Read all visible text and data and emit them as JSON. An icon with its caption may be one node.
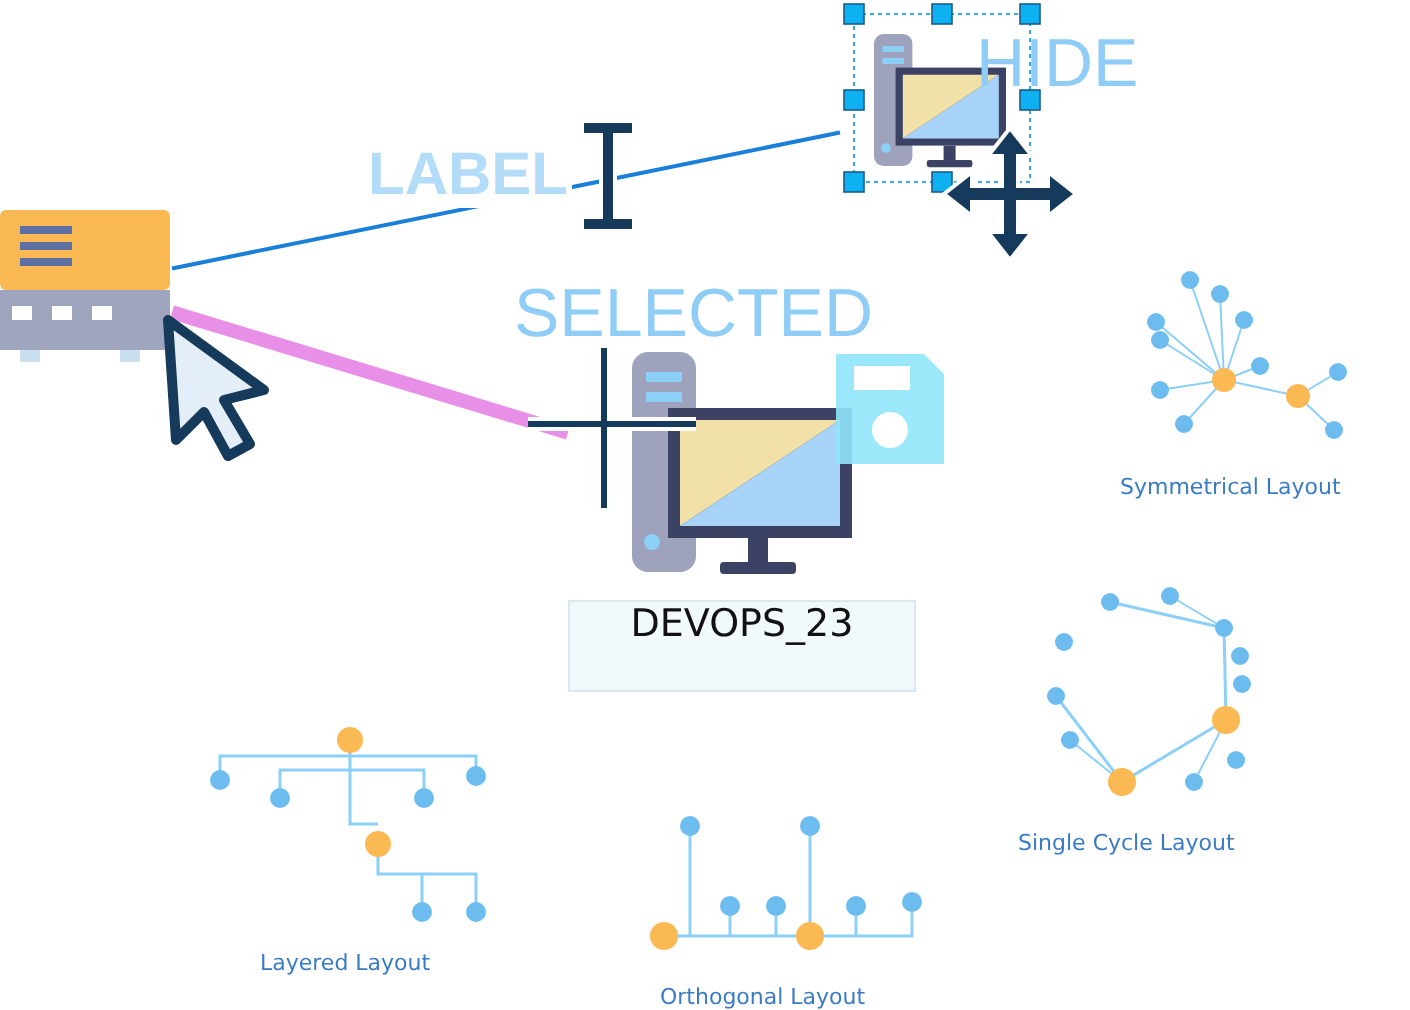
{
  "diagram": {
    "nodes": [
      {
        "text": [],
        "shape": "picture"
      },
      {
        "text": [],
        "shape": "picture",
        "beside": [
          "HIDE"
        ]
      },
      {
        "text": [
          "DEVOPS_23"
        ],
        "beside": [
          "SELECTED"
        ]
      }
    ],
    "edges": [
      {
        "from": 0,
        "to": 1,
        "arrow": "none",
        "label": "LABEL",
        "color": "#1a7fd9"
      },
      {
        "from": 0,
        "to": 2,
        "arrow": "none",
        "style": "thick",
        "color": "#e88fe8"
      }
    ],
    "labels": [
      "Symmetrical Layout",
      "Single Cycle Layout",
      "Layered Layout",
      "Orthogonal Layout"
    ]
  }
}
